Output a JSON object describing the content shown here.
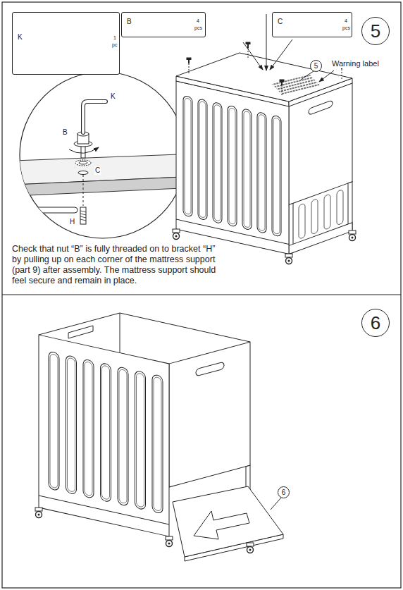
{
  "diagram": {
    "nodes": [
      {
        "text": [
          "K",
          "1",
          "pc"
        ]
      },
      {
        "text": [
          "B",
          "4",
          "pcs"
        ]
      },
      {
        "text": [
          "C",
          "4",
          "pcs"
        ]
      },
      {
        "text": [
          "5"
        ]
      },
      {
        "text": [
          "5"
        ]
      },
      {
        "text": [
          "6"
        ]
      },
      {
        "text": [
          "6"
        ]
      }
    ],
    "labels": [
      "Warning label",
      "K",
      "B",
      "C",
      "H",
      "Check that nut “B” is fully threaded on to bracket “H” by pulling up on each corner of the mattress support (part 9) after assembly. The mattress support should feel secure and remain in place."
    ]
  }
}
